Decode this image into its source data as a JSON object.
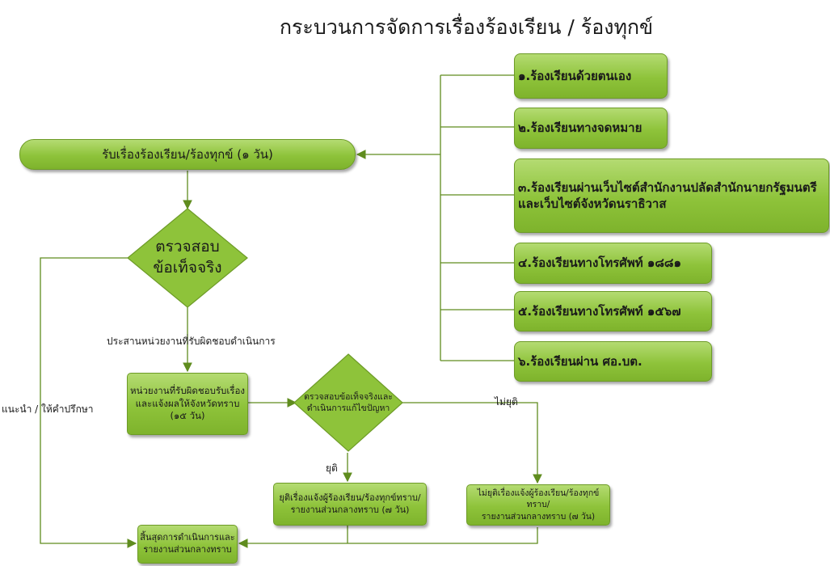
{
  "title": "กระบวนการจัดการเรื่องร้องเรียน / ร้องทุกข์",
  "channels": [
    {
      "label": "๑.ร้องเรียนด้วยตนเอง"
    },
    {
      "label": "๒.ร้องเรียนทางจดหมาย"
    },
    {
      "line1": "๓.ร้องเรียนผ่านเว็บไซต์สำนักงานปลัดสำนักนายกรัฐมนตรี",
      "line2": "และเว็บไซต์จังหวัดนราธิวาส"
    },
    {
      "label": "๔.ร้องเรียนทางโทรศัพท์ ๑๘๘๑"
    },
    {
      "label": "๕.ร้องเรียนทางโทรศัพท์ ๑๕๖๗"
    },
    {
      "label": "๖.ร้องเรียนผ่าน ศอ.บต."
    }
  ],
  "receive": "รับเรื่องร้องเรียน/ร้องทุกข์ (๑ วัน)",
  "check": {
    "line1": "ตรวจสอบ",
    "line2": "ข้อเท็จจริง"
  },
  "coordinate_label": "ประสานหน่วยงานที่รับผิดชอบดำเนินการ",
  "agency": {
    "line1": "หน่วยงานที่รับผิดชอบรับเรื่อง",
    "line2": "และแจ้งผลให้จังหวัดทราบ",
    "line3": "(๑๕ วัน)"
  },
  "verify": {
    "line1": "ตรวจสอบข้อเท็จจริงและ",
    "line2": "ดำเนินการแก้ไขปัญหา"
  },
  "yes_label": "ยุติ",
  "no_label": "ไม่ยุติ",
  "ended": {
    "line1": "ยุติเรื่องแจ้งผู้ร้องเรียน/ร้องทุกข์ทราบ/",
    "line2": "รายงานส่วนกลางทราบ (๗ วัน)"
  },
  "not_ended": {
    "line1": "ไม่ยุติเรื่องแจ้งผู้ร้องเรียน/ร้องทุกข์ทราบ/",
    "line2": "รายงานส่วนกลางทราบ (๗ วัน)"
  },
  "advise_label": "แนะนำ / ให้คำปรึกษา",
  "finish": {
    "line1": "สิ้นสุดการดำเนินการและ",
    "line2": "รายงานส่วนกลางทราบ"
  },
  "colors": {
    "fill": "#8ec33a",
    "border": "#6d9b27",
    "line": "#5f8c1e"
  }
}
